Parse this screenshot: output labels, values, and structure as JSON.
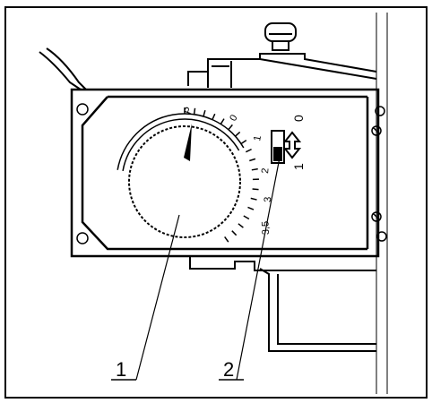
{
  "dial": {
    "scale_labels": [
      "P",
      "0",
      "1",
      "2",
      "3",
      "3,5"
    ]
  },
  "switch": {
    "labels": [
      "0",
      "1"
    ]
  },
  "callouts": [
    "1",
    "2"
  ]
}
